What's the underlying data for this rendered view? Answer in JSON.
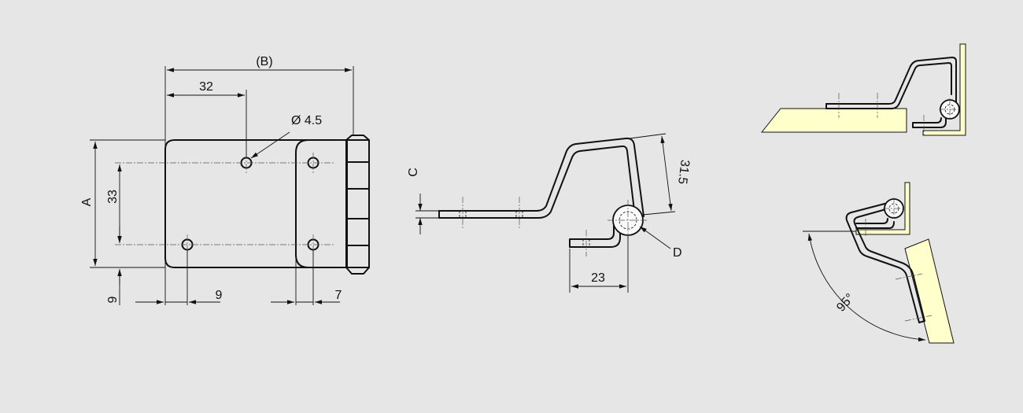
{
  "colors": {
    "background": "#e6e6e6",
    "line": "#111111",
    "wood": "#ffffcc"
  },
  "front_view": {
    "dim_b": "(B)",
    "dim_32": "32",
    "dim_hole": "Ø 4.5",
    "dim_a": "A",
    "dim_33": "33",
    "dim_9_vertical": "9",
    "dim_9_horizontal": "9",
    "dim_7": "7"
  },
  "side_view": {
    "dim_c": "C",
    "dim_31_5": "31.5",
    "dim_d": "D",
    "dim_23": "23"
  },
  "install_views": {
    "angle": "95°"
  }
}
